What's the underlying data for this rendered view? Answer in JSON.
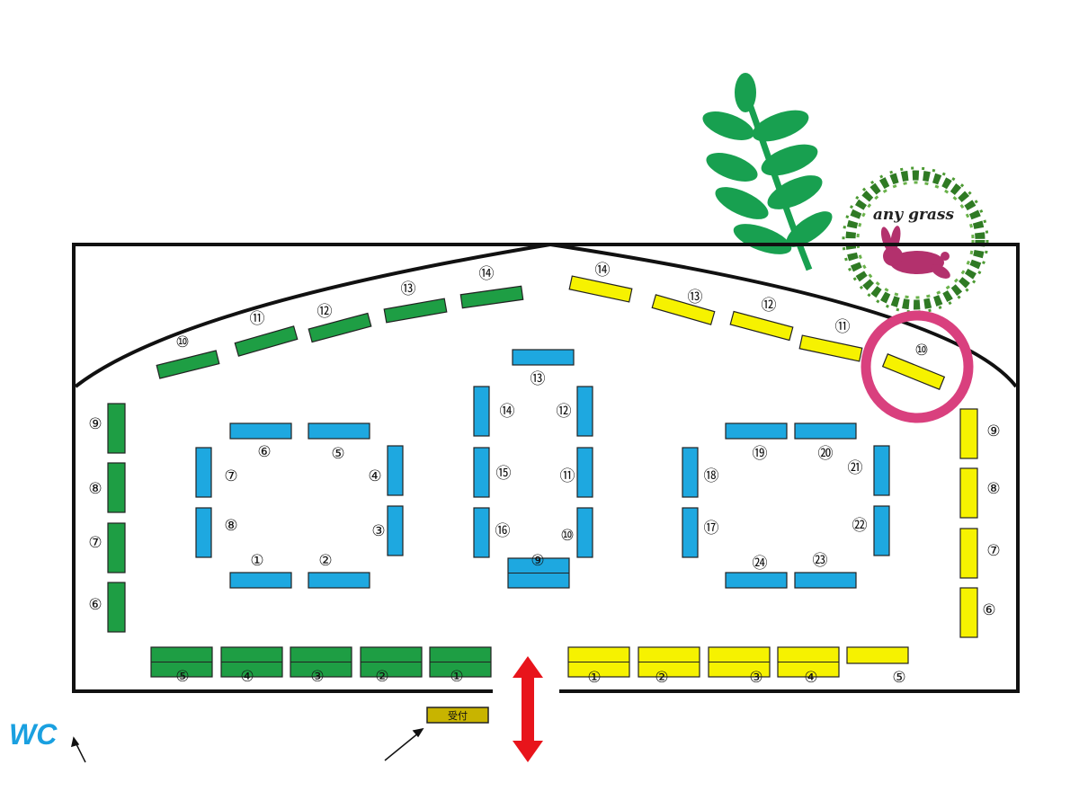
{
  "reception_label": "受付",
  "wc_label": "WC",
  "logo_text": "any grass",
  "colors": {
    "green": "#1e9e44",
    "yellow": "#f6f200",
    "blue": "#1ea8e0",
    "highlight": "#d9407e",
    "entrance_arrow": "#e8141b",
    "wc": "#1aa0e0",
    "reception": "#c8b400"
  },
  "booths": {
    "green_bottom": [
      "⑤",
      "④",
      "③",
      "②",
      "①"
    ],
    "green_left": [
      "⑨",
      "⑧",
      "⑦",
      "⑥"
    ],
    "green_curve": [
      "⑩",
      "⑪",
      "⑫",
      "⑬",
      "⑭"
    ],
    "yellow_bottom": [
      "①",
      "②",
      "③",
      "④",
      "⑤"
    ],
    "yellow_right": [
      "⑨",
      "⑧",
      "⑦",
      "⑥"
    ],
    "yellow_curve": [
      "⑭",
      "⑬",
      "⑫",
      "⑪",
      "⑩"
    ],
    "blue_left": [
      "⑥",
      "⑤",
      "⑦",
      "④",
      "⑧",
      "③",
      "①",
      "②"
    ],
    "blue_center": [
      "⑬",
      "⑭",
      "⑫",
      "⑮",
      "⑪",
      "⑯",
      "⑩",
      "⑨"
    ],
    "blue_right": [
      "⑲",
      "⑳",
      "⑱",
      "㉑",
      "⑰",
      "㉒",
      "㉔",
      "㉓"
    ]
  },
  "highlighted_booth": "⑩"
}
